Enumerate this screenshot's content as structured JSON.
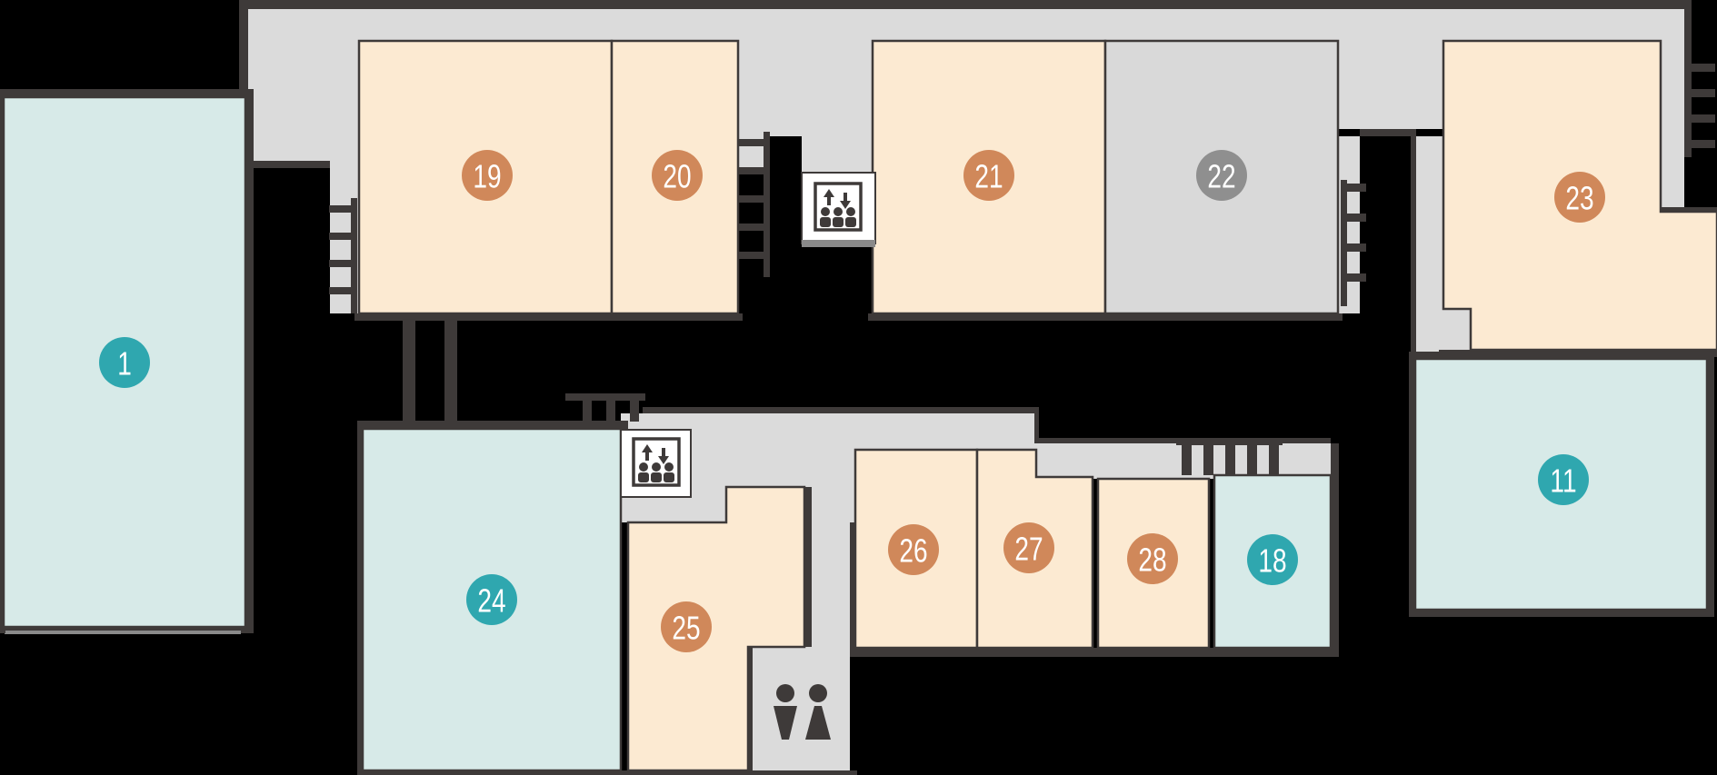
{
  "floorplan": {
    "colors": {
      "background": "#000000",
      "wall": "#3e3a39",
      "corridor": "#dbdbdb",
      "room_shop": "#fcead2",
      "room_anchor": "#d7eae8",
      "room_vacant": "#d9d9d9",
      "badge_orange": "#d0885a",
      "badge_teal": "#2fa7af",
      "badge_gray": "#8f8f8f",
      "badge_text": "#ffffff"
    },
    "rooms": {
      "r1": {
        "number": "1",
        "type": "anchor"
      },
      "r19": {
        "number": "19",
        "type": "shop"
      },
      "r20": {
        "number": "20",
        "type": "shop"
      },
      "r21": {
        "number": "21",
        "type": "shop"
      },
      "r22": {
        "number": "22",
        "type": "vacant"
      },
      "r23": {
        "number": "23",
        "type": "shop"
      },
      "r11": {
        "number": "11",
        "type": "anchor"
      },
      "r24": {
        "number": "24",
        "type": "anchor"
      },
      "r25": {
        "number": "25",
        "type": "shop"
      },
      "r26": {
        "number": "26",
        "type": "shop"
      },
      "r27": {
        "number": "27",
        "type": "shop"
      },
      "r28": {
        "number": "28",
        "type": "shop"
      },
      "r18": {
        "number": "18",
        "type": "anchor"
      }
    },
    "icons": {
      "elevator": "elevator-icon",
      "restroom": "restroom-icon"
    }
  }
}
